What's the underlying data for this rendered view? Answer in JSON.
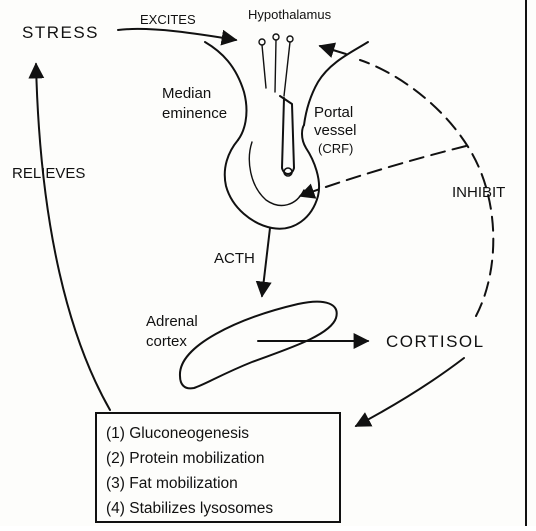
{
  "diagram": {
    "labels": {
      "stress": "STRESS",
      "excites": "EXCITES",
      "hypothalamus": "Hypothalamus",
      "median_eminence_line1": "Median",
      "median_eminence_line2": "eminence",
      "portal_vessel_line1": "Portal",
      "portal_vessel_line2": "vessel",
      "portal_vessel_line3": "(CRF)",
      "relieves": "RELIEVES",
      "inhibit": "INHIBIT",
      "acth": "ACTH",
      "adrenal_cortex_line1": "Adrenal",
      "adrenal_cortex_line2": "cortex",
      "cortisol": "CORTISOL"
    },
    "effects": [
      "(1) Gluconeogenesis",
      "(2) Protein mobilization",
      "(3) Fat mobilization",
      "(4) Stabilizes lysosomes"
    ]
  }
}
